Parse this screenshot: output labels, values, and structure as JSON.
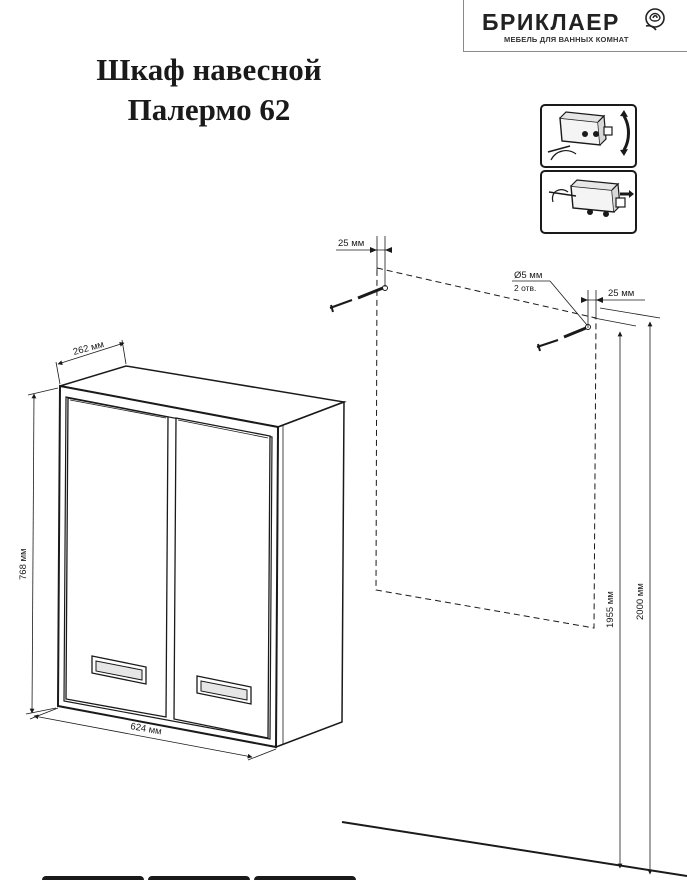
{
  "logo": {
    "brand": "БРИКЛАЕР",
    "tagline": "МЕБЕЛЬ ДЛЯ ВАННЫХ КОМНАТ",
    "icon": "rose-icon"
  },
  "title": {
    "line1": "Шкаф навесной",
    "line2": "Палермо 62"
  },
  "dimensions": {
    "depth": "262 мм",
    "height": "768 мм",
    "width": "624 мм",
    "edge_offset_left": "25 мм",
    "edge_offset_right": "25 мм",
    "hole_diameter": "Ø5 мм",
    "hole_count": "2 отв.",
    "mount_height": "1955 мм",
    "total_height": "2000 мм"
  },
  "icons": {
    "hinge_adjust_vertical": "hinge-adjust-vertical-icon",
    "hinge_adjust_depth": "hinge-adjust-depth-icon"
  }
}
